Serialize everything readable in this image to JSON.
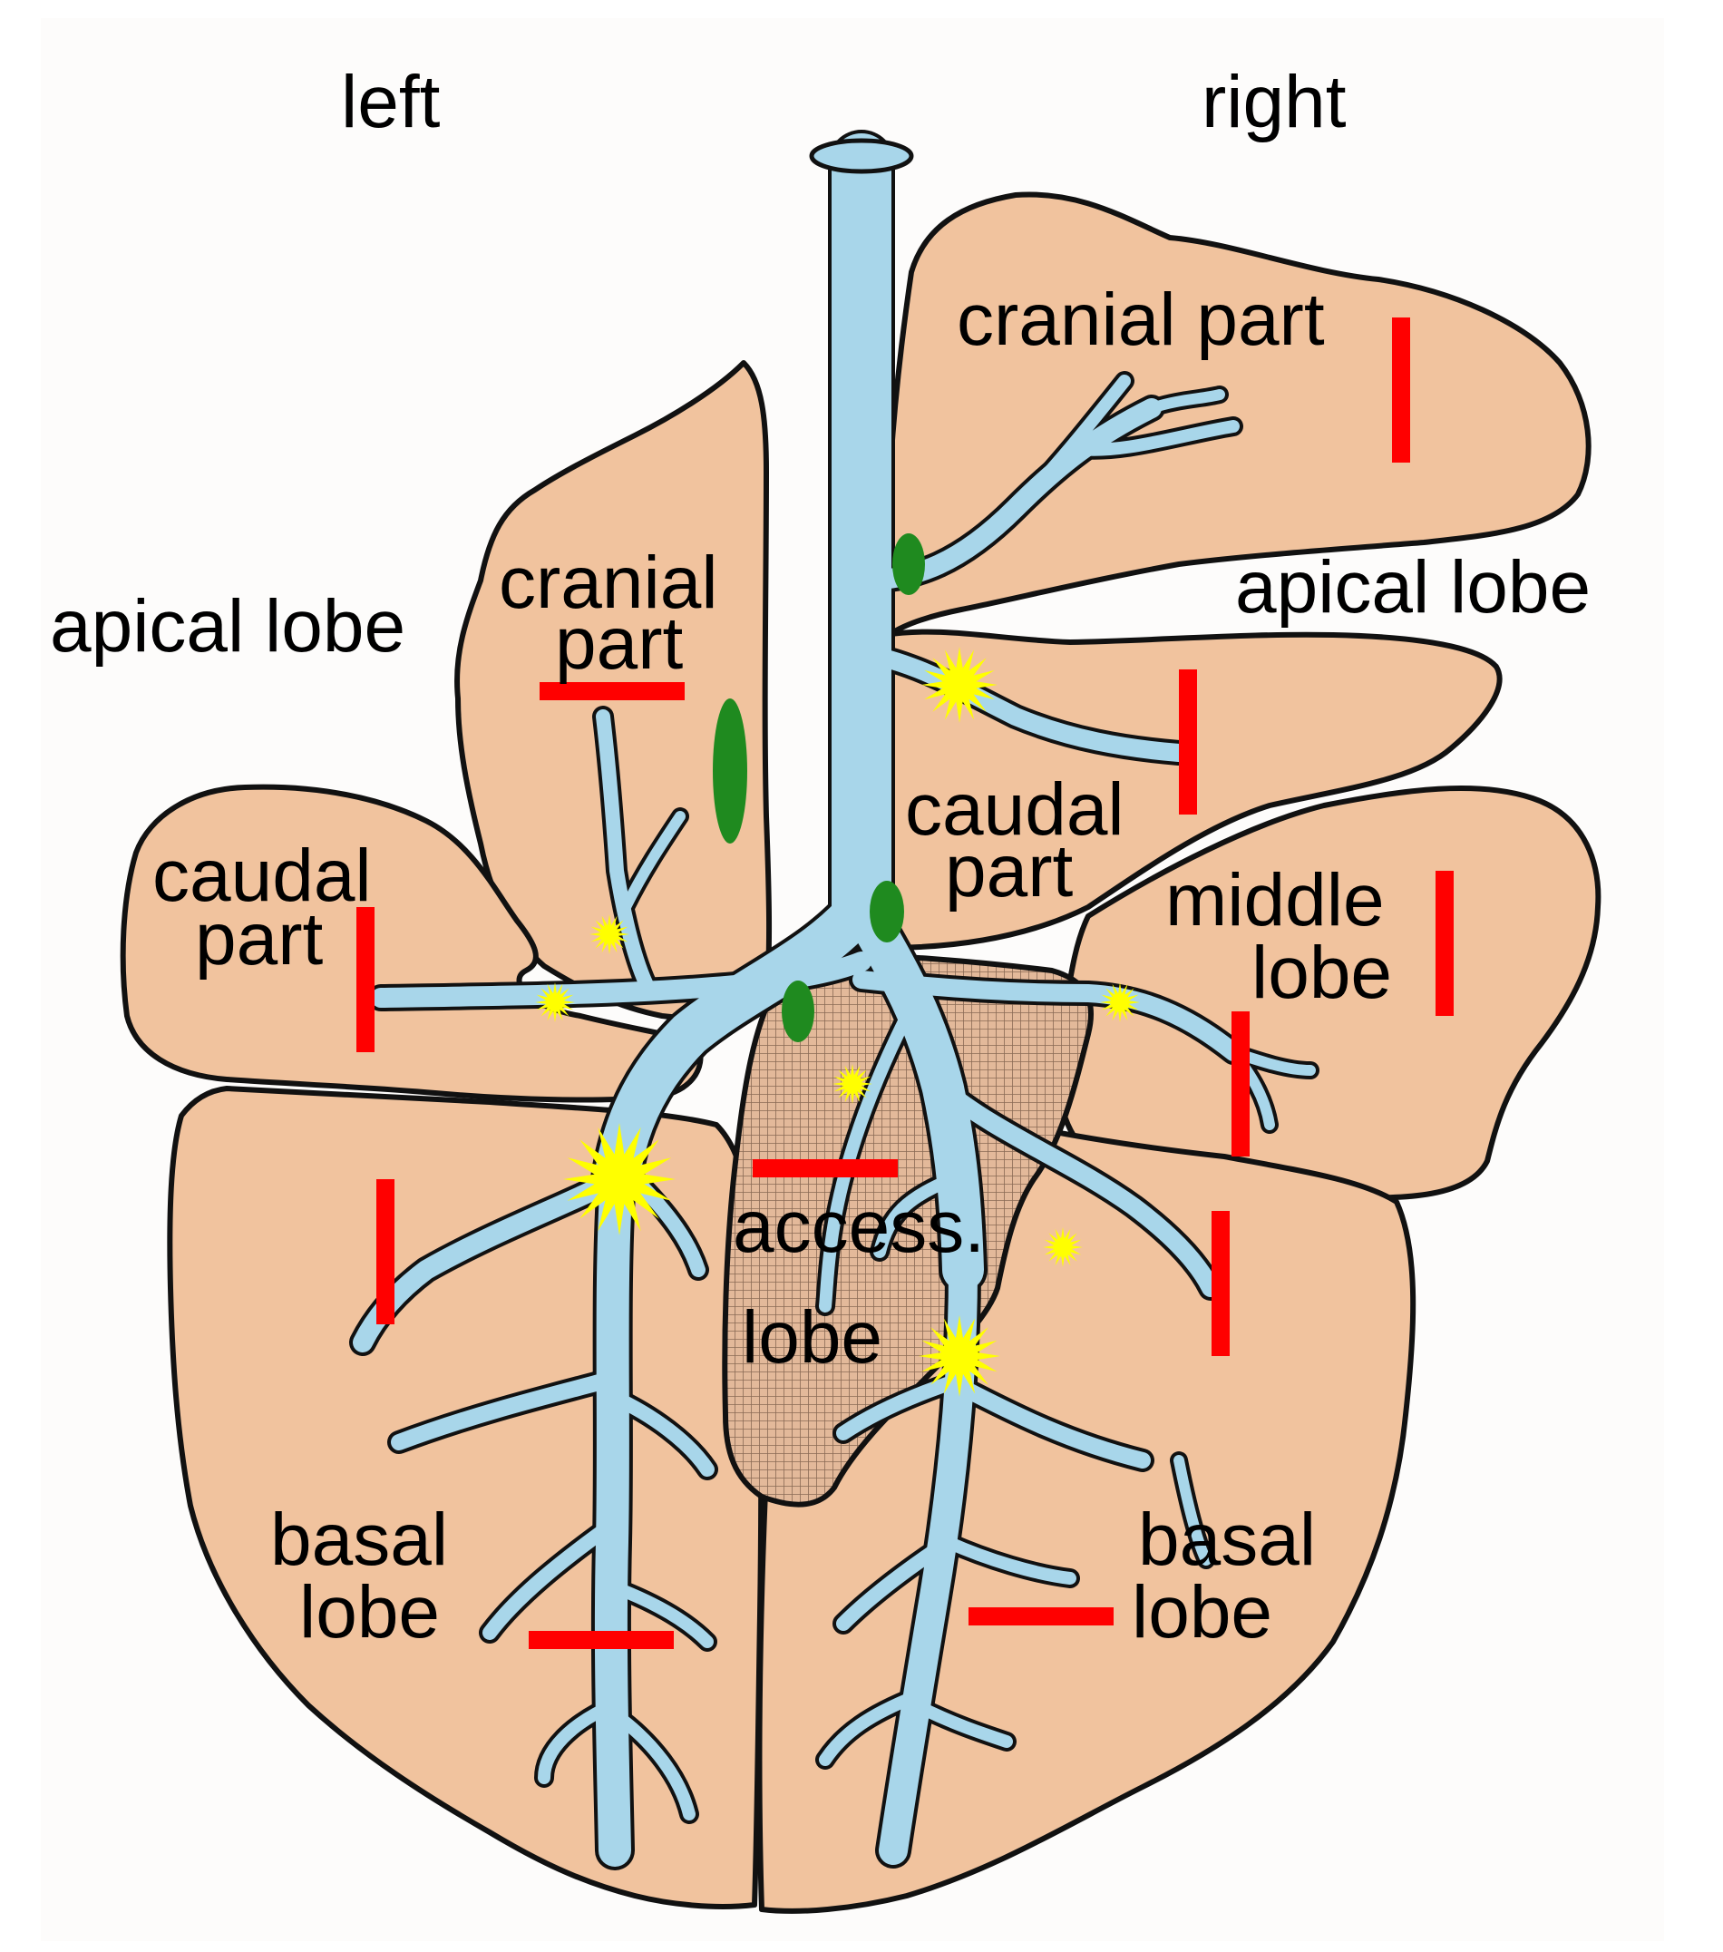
{
  "labels": {
    "left": "left",
    "right": "right",
    "left_apical_lobe": "apical lobe",
    "left_cranial_part_1": "cranial",
    "left_cranial_part_2": "part",
    "left_caudal_part_1": "caudal",
    "left_caudal_part_2": "part",
    "left_basal_lobe_1": "basal",
    "left_basal_lobe_2": "lobe",
    "right_cranial_part": "cranial part",
    "right_apical_lobe": "apical lobe",
    "right_caudal_part_1": "caudal",
    "right_caudal_part_2": "part",
    "right_middle_lobe_1": "middle",
    "right_middle_lobe_2": "lobe",
    "accessory_lobe_1": "access.",
    "accessory_lobe_2": "lobe",
    "right_basal_lobe_1": "basal",
    "right_basal_lobe_2": "lobe"
  },
  "colors": {
    "lobe_fill": "#f1c39e",
    "airway_fill": "#a8d6ea",
    "outline": "#111111",
    "marker_red": "#ff0000",
    "lymph_node_green": "#1f8a1f",
    "sample_site_yellow": "#ffff00",
    "accessory_hatch": "#8a6a55"
  }
}
